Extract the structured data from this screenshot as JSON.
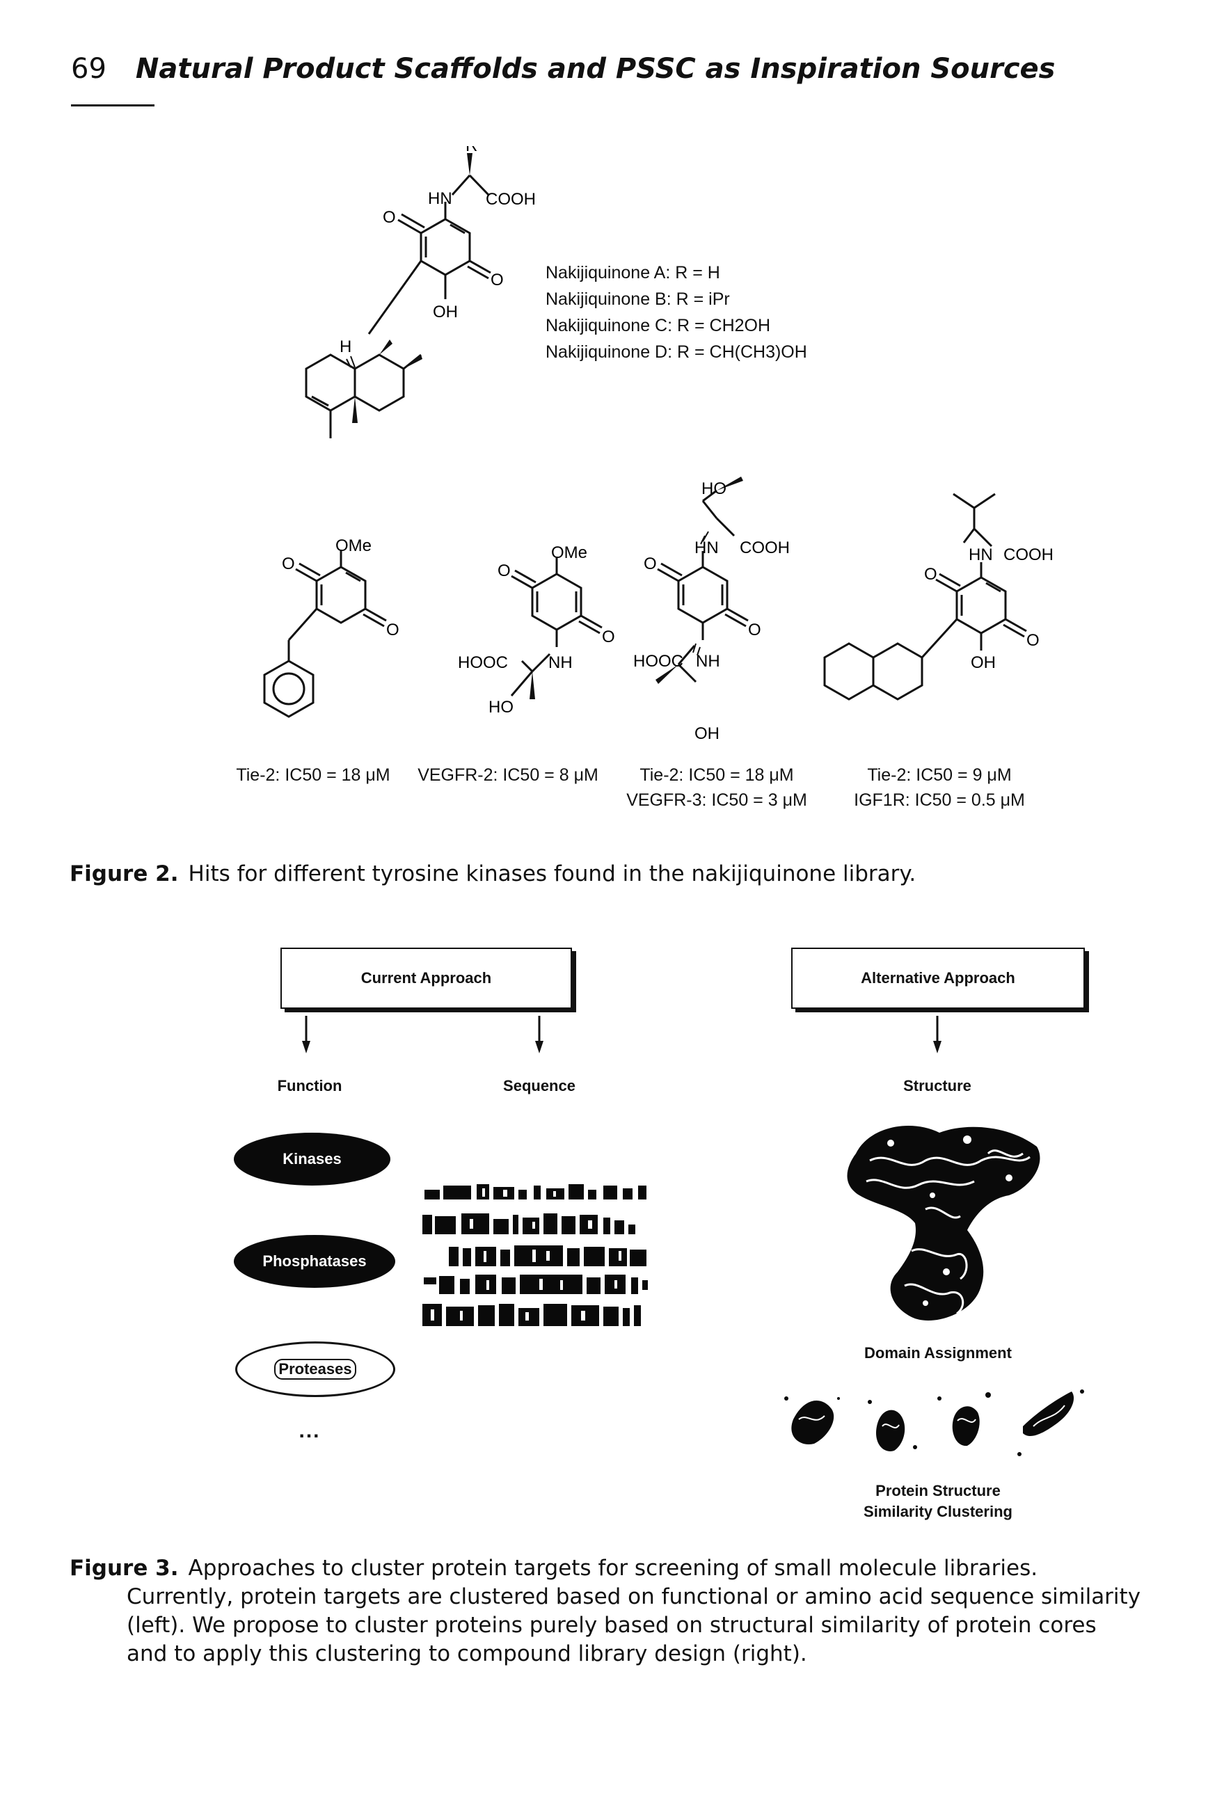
{
  "header": {
    "page_number": "69",
    "title": "Natural Product Scaffolds and PSSC as Inspiration Sources"
  },
  "figure2": {
    "core": {
      "r": "R",
      "hn": "HN",
      "cooh": "COOH",
      "o1": "O",
      "o2": "O",
      "oh": "OH",
      "h": "H"
    },
    "legend": [
      "Nakijiquinone A: R = H",
      "Nakijiquinone B: R = iPr",
      "Nakijiquinone C: R = CH2OH",
      "Nakijiquinone D: R = CH(CH3)OH"
    ],
    "hits": [
      {
        "atoms": [
          "OMe",
          "O",
          "O"
        ],
        "ic50": [
          "Tie-2: IC50 = 18 μM"
        ]
      },
      {
        "atoms": [
          "OMe",
          "O",
          "O",
          "HOOC",
          "NH",
          "HO"
        ],
        "ic50": [
          "VEGFR-2: IC50 = 8 μM"
        ]
      },
      {
        "atoms": [
          "HO",
          "HN",
          "COOH",
          "O",
          "O",
          "HOOC",
          "NH",
          "OH"
        ],
        "ic50": [
          "Tie-2: IC50 = 18 μM",
          "VEGFR-3: IC50 = 3 μM"
        ]
      },
      {
        "atoms": [
          "HN",
          "COOH",
          "O",
          "O",
          "OH"
        ],
        "ic50": [
          "Tie-2: IC50 = 9 μM",
          "IGF1R: IC50 = 0.5 μM"
        ]
      }
    ],
    "caption_label": "Figure 2.",
    "caption_text": "Hits for different tyrosine kinases found in the nakijiquinone library."
  },
  "figure3": {
    "current_approach": "Current Approach",
    "alternative_approach": "Alternative Approach",
    "function": "Function",
    "sequence": "Sequence",
    "structure": "Structure",
    "pills": [
      "Kinases",
      "Phosphatases",
      "Proteases"
    ],
    "ellipsis": "...",
    "domain_assignment": "Domain Assignment",
    "clustering_line1": "Protein Structure",
    "clustering_line2": "Similarity Clustering",
    "caption_label": "Figure 3.",
    "caption_text": "Approaches to cluster protein targets for screening of small molecule libraries. Currently, protein targets are clustered based on functional or amino acid sequence similarity (left). We propose to cluster proteins purely based on structural similarity of protein cores and to apply this clustering to compound library design (right)."
  }
}
